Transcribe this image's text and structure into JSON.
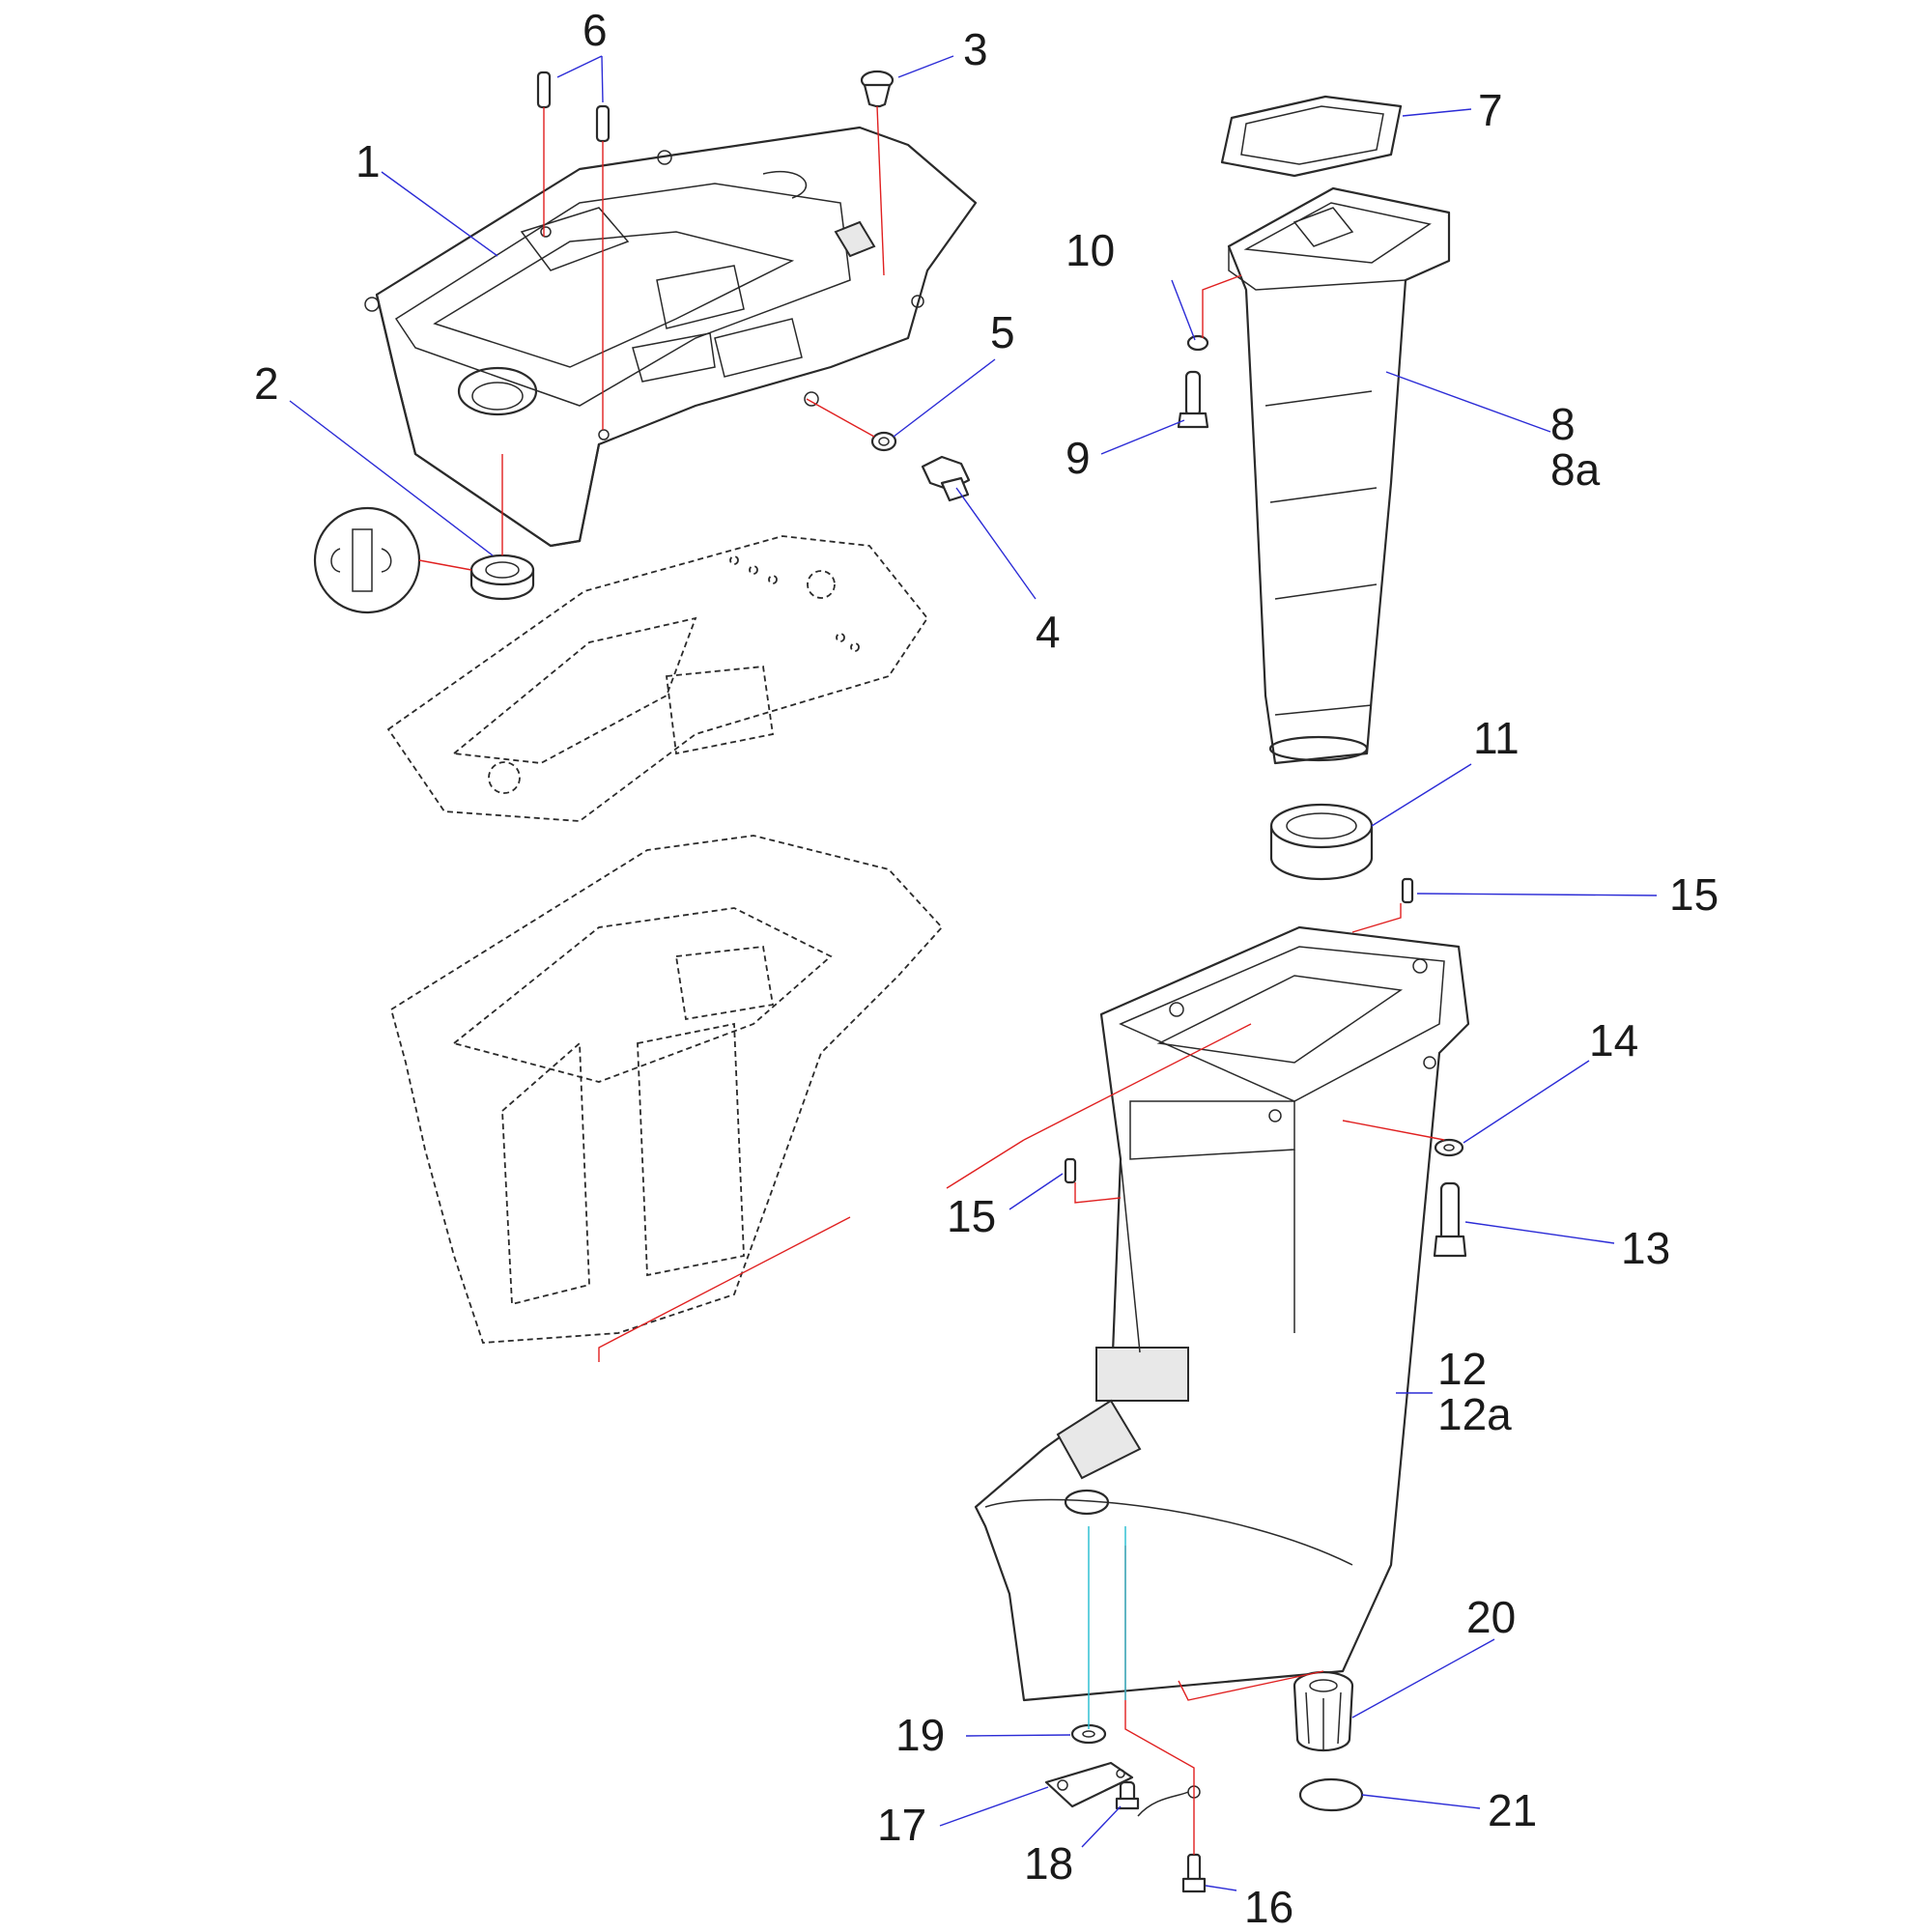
{
  "diagram": {
    "callouts": [
      {
        "id": "c1",
        "text": "1"
      },
      {
        "id": "c2",
        "text": "2"
      },
      {
        "id": "c3",
        "text": "3"
      },
      {
        "id": "c4",
        "text": "4"
      },
      {
        "id": "c5",
        "text": "5"
      },
      {
        "id": "c6",
        "text": "6"
      },
      {
        "id": "c7",
        "text": "7"
      },
      {
        "id": "c8",
        "text": "8"
      },
      {
        "id": "c8a",
        "text": "8a"
      },
      {
        "id": "c9",
        "text": "9"
      },
      {
        "id": "c10",
        "text": "10"
      },
      {
        "id": "c11",
        "text": "11"
      },
      {
        "id": "c12",
        "text": "12"
      },
      {
        "id": "c12a",
        "text": "12a"
      },
      {
        "id": "c13",
        "text": "13"
      },
      {
        "id": "c14",
        "text": "14"
      },
      {
        "id": "c15a",
        "text": "15"
      },
      {
        "id": "c15b",
        "text": "15"
      },
      {
        "id": "c16",
        "text": "16"
      },
      {
        "id": "c17",
        "text": "17"
      },
      {
        "id": "c18",
        "text": "18"
      },
      {
        "id": "c19",
        "text": "19"
      },
      {
        "id": "c20",
        "text": "20"
      },
      {
        "id": "c21",
        "text": "21"
      }
    ],
    "colors": {
      "leader_line": "#2b2bd6",
      "assembly_line": "#e02020",
      "alignment_line": "#22bcd0",
      "part_outline": "#2a2a2a"
    }
  }
}
